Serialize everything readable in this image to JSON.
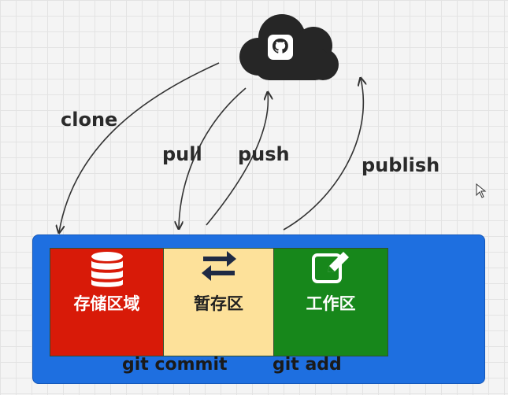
{
  "remote": {
    "icon": "github-icon"
  },
  "arrows": {
    "clone": "clone",
    "pull": "pull",
    "push": "push",
    "publish": "publish"
  },
  "areas": [
    {
      "label": "存储区域",
      "icon": "database-icon",
      "color": "#d81a08"
    },
    {
      "label": "暂存区",
      "icon": "swap-arrows-icon",
      "color": "#fde19a"
    },
    {
      "label": "工作区",
      "icon": "edit-icon",
      "color": "#17871b"
    }
  ],
  "commands": {
    "commit": "git commit",
    "add": "git add"
  },
  "colors": {
    "panel": "#1e6fe0",
    "cloud": "#262626"
  }
}
